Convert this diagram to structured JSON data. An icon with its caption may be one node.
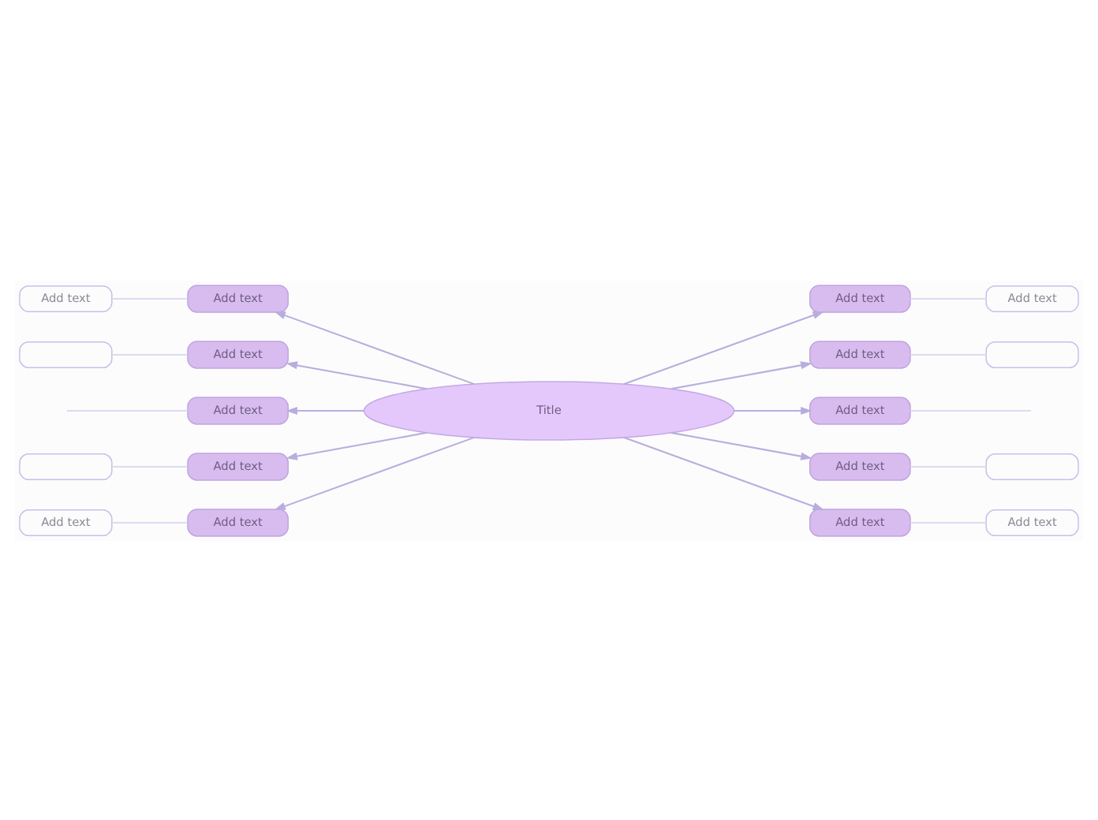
{
  "diagram": {
    "nodes": [
      {
        "text": [
          "Title"
        ]
      },
      {
        "text": [
          "Add text"
        ]
      },
      {
        "text": [
          "Add text"
        ]
      },
      {
        "text": [
          "Add text"
        ]
      },
      {
        "text": [],
        "shape": "box"
      },
      {
        "text": [
          "Add text"
        ]
      },
      {
        "text": [
          "Add text"
        ]
      },
      {
        "text": [],
        "shape": "box"
      },
      {
        "text": [
          "Add text"
        ]
      },
      {
        "text": [
          "Add text"
        ]
      },
      {
        "text": [
          "Add text"
        ]
      },
      {
        "text": [
          "Add text"
        ]
      },
      {
        "text": [
          "Add text"
        ]
      },
      {
        "text": [],
        "shape": "box"
      },
      {
        "text": [
          "Add text"
        ]
      },
      {
        "text": [
          "Add text"
        ]
      },
      {
        "text": [],
        "shape": "box"
      },
      {
        "text": [
          "Add text"
        ]
      },
      {
        "text": [
          "Add text"
        ]
      }
    ],
    "edges": [
      {
        "from": 0,
        "to": 1,
        "arrow": "to"
      },
      {
        "from": 1,
        "to": 2,
        "arrow": "none",
        "color": "#dcdcf0"
      },
      {
        "from": 0,
        "to": 3,
        "arrow": "to"
      },
      {
        "from": 3,
        "to": 4,
        "arrow": "none",
        "color": "#dcdcf0"
      },
      {
        "from": 0,
        "to": 5,
        "arrow": "to"
      },
      {
        "from": 5,
        "to": null,
        "arrow": "none",
        "color": "#dcdcf0"
      },
      {
        "from": 0,
        "to": 6,
        "arrow": "to"
      },
      {
        "from": 6,
        "to": 7,
        "arrow": "none",
        "color": "#dcdcf0"
      },
      {
        "from": 0,
        "to": 8,
        "arrow": "to"
      },
      {
        "from": 8,
        "to": 9,
        "arrow": "none",
        "color": "#dcdcf0"
      },
      {
        "from": 0,
        "to": 10,
        "arrow": "to"
      },
      {
        "from": 10,
        "to": 11,
        "arrow": "none",
        "color": "#dcdcf0"
      },
      {
        "from": 0,
        "to": 12,
        "arrow": "to"
      },
      {
        "from": 12,
        "to": 13,
        "arrow": "none",
        "color": "#dcdcf0"
      },
      {
        "from": 0,
        "to": 14,
        "arrow": "to"
      },
      {
        "from": 14,
        "to": null,
        "arrow": "none",
        "color": "#dcdcf0"
      },
      {
        "from": 0,
        "to": 15,
        "arrow": "to"
      },
      {
        "from": 15,
        "to": 16,
        "arrow": "none",
        "color": "#dcdcf0"
      },
      {
        "from": 0,
        "to": 17,
        "arrow": "to"
      },
      {
        "from": 17,
        "to": 18,
        "arrow": "none",
        "color": "#dcdcf0"
      }
    ]
  }
}
